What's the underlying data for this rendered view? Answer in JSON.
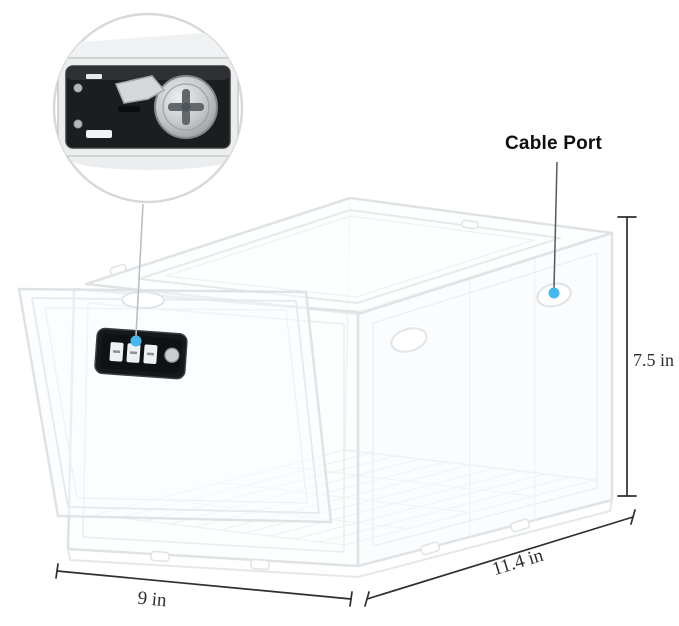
{
  "labels": {
    "cable_port": "Cable Port",
    "height": "7.5 in",
    "width": "9 in",
    "depth": "11.4 in"
  },
  "callout": {
    "name": "combination-lock-closeup",
    "marker": "blue-dot"
  },
  "colors": {
    "accent_blue": "#45b8ee",
    "box_line_gray": "#dfe3e6",
    "dimension_color": "#2e2f31",
    "lock_black": "#17181a"
  }
}
